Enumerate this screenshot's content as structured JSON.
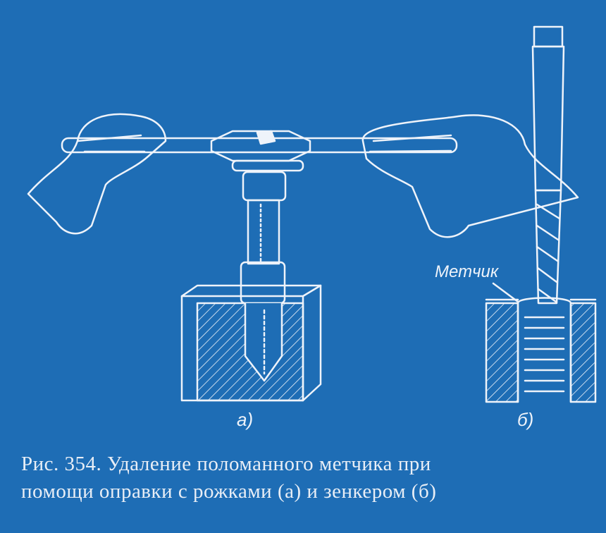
{
  "figure": {
    "label_tap": "Метчик",
    "label_a": "а)",
    "label_b": "б)",
    "caption_line1": "Рис. 354. Удаление поломанного метчика при",
    "caption_line2": "помощи оправки с рожками (а) и зенкером (б)",
    "colors": {
      "background": "#1e6db5",
      "ink": "#eef3fa"
    }
  }
}
